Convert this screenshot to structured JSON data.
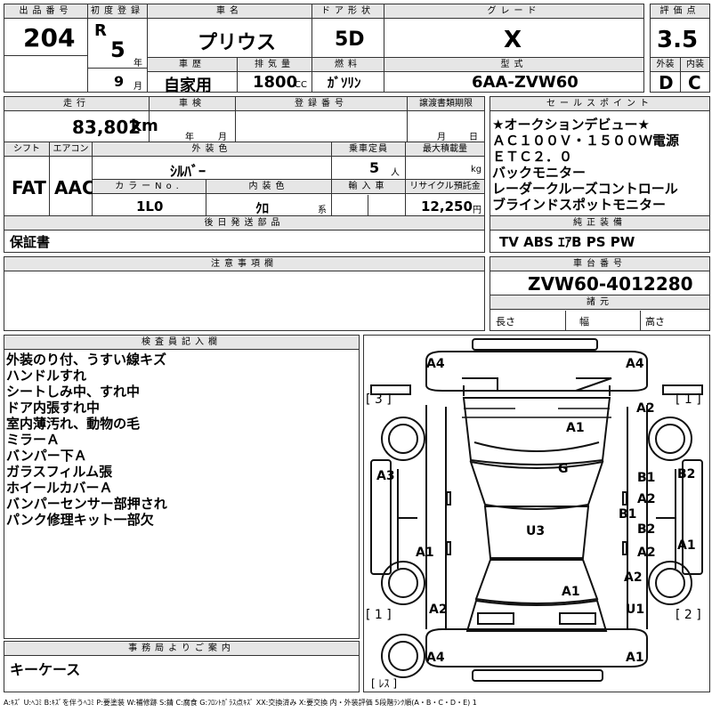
{
  "headers": {
    "lot_no": "出品番号",
    "first_reg": "初度登録",
    "car_name": "車名",
    "door": "ドア形状",
    "grade": "グレード",
    "score": "評価点",
    "history": "車歴",
    "displacement": "排気量",
    "fuel": "燃料",
    "model": "型式",
    "exterior": "外装",
    "interior": "内装",
    "mileage": "走行",
    "inspection": "車検",
    "reg_no": "登録番号",
    "transfer_deadline": "譲渡書類期限",
    "sales_points": "セールスポイント",
    "shift": "シフト",
    "aircon": "エアコン",
    "ext_color": "外装色",
    "capacity": "乗車定員",
    "max_load": "最大積載量",
    "color_no": "カラーNo.",
    "int_color": "内装色",
    "import": "輸入車",
    "recycle": "リサイクル預託金",
    "later_parts": "後日発送部品",
    "equipment": "純正装備",
    "notes": "注意事項欄",
    "chassis": "車台番号",
    "specs": "諸元",
    "inspector": "検査員記入欄",
    "office": "事務局よりご案内"
  },
  "lot_no": "204",
  "era": "R",
  "year": "5",
  "month": "9",
  "u_year": "年",
  "u_month": "月",
  "car_name": "プリウス",
  "door": "5D",
  "grade": "X",
  "score": "3.5",
  "history": "自家用",
  "displacement": "1800",
  "u_cc": "CC",
  "fuel": "ｶﾞｿﾘﾝ",
  "model": "6AA-ZVW60",
  "exterior_score": "D",
  "interior_score": "C",
  "mileage": "83,802",
  "u_km": "km",
  "inspection_year": "年",
  "inspection_month": "月",
  "deadline_month": "月",
  "deadline_day": "日",
  "sales_points": [
    "★オークションデビュー★",
    "ＡＣ１００Ｖ・１５００Ｗ電源",
    "ＥＴＣ２．０",
    "バックモニター",
    "レーダークルーズコントロール",
    "ブラインドスポットモニター"
  ],
  "shift": "FAT",
  "aircon": "AAC",
  "ext_color": "ｼﾙﾊﾞｰ",
  "capacity": "5",
  "u_people": "人",
  "u_kg": "kg",
  "color_no": "1L0",
  "int_color": "ｸﾛ",
  "u_kei": "系",
  "recycle": "12,250",
  "u_yen": "円",
  "later_parts": "保証書",
  "equipment": "TV ABS ｴｱB PS PW",
  "chassis": "ZVW60-4012280",
  "spec_length": "長さ",
  "spec_width": "幅",
  "spec_height": "高さ",
  "inspector_notes": [
    "外装のり付、うすい線キズ",
    "ハンドルすれ",
    "シートしみ中、すれ中",
    "ドア内張すれ中",
    "室内薄汚れ、動物の毛",
    "ミラーＡ",
    "バンパー下Ａ",
    "ガラスフィルム張",
    "ホイールカバーＡ",
    "バンパーセンサー部押され",
    "パンク修理キット一部欠"
  ],
  "office_note": "キーケース",
  "tire_labels": {
    "t1": "1",
    "t2": "2",
    "t3": "3",
    "spare": "ﾚｽ"
  },
  "damage": {
    "d_a4_tl": "A4",
    "d_a4_tr": "A4",
    "d_a2_r": "A2",
    "d_a1_hood": "A1",
    "d_a3": "A3",
    "d_g": "G",
    "d_b1_a": "B1",
    "d_b2_a": "B2",
    "d_a2_b": "A2",
    "d_b1_c": "B1",
    "d_u3": "U3",
    "d_b2_c": "B2",
    "d_a1_l": "A1",
    "d_a2_c": "A2",
    "d_a1_r": "A1",
    "d_a2_d": "A2",
    "d_a1_trunk": "A1",
    "d_a2_bl": "A2",
    "d_u1": "U1",
    "d_a4_bl": "A4",
    "d_a1_br": "A1"
  },
  "legend": "A:ｷｽﾞ U:ﾍｺﾐ B:ｷｽﾞを伴うﾍｺﾐ P:要塗装 W:補修跡 S:錆 C:腐食 G:ﾌﾛﾝﾄｶﾞﾗｽ点ｷｽﾞ XX:交換済み X:要交換 内・外装評価 5段階ﾗﾝｸ順(A・B・C・D・E) 1"
}
